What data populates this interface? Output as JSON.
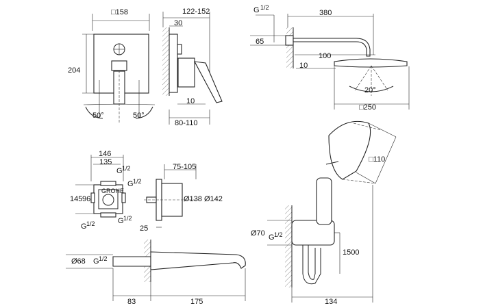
{
  "mixer_front": {
    "width": "□158",
    "height": "204",
    "angle_left": "50°",
    "angle_right": "50°"
  },
  "mixer_side": {
    "depth_range": "122-152",
    "wall_offset": "30",
    "handle": "10",
    "total": "80-110"
  },
  "shower_arm": {
    "thread": "G",
    "thread_frac": "1/2",
    "arm_length": "380",
    "wall_height": "65",
    "head_drop": "100",
    "wall_gap": "10",
    "tilt": "20°",
    "head_size": "□250"
  },
  "box_front": {
    "outer": "146",
    "inner": "135",
    "g_top": "G",
    "g_top_frac": "1/2",
    "g_right": "G",
    "g_right_frac": "1/2",
    "h1": "145",
    "h2": "96",
    "g_bl": "G",
    "g_bl_frac": "1/2",
    "g_br": "G",
    "g_br_frac": "1/2"
  },
  "box_side": {
    "depth": "75-105",
    "d1": "Ø138",
    "d2": "Ø142",
    "bottom": "25"
  },
  "spout": {
    "dia": "Ø68",
    "thread": "G",
    "thread_frac": "1/2",
    "wall": "83",
    "length": "175"
  },
  "hand_shower": {
    "head": "□110",
    "elbow_dia": "Ø70",
    "thread": "G",
    "thread_frac": "1/2",
    "hose": "1500",
    "depth": "134"
  }
}
